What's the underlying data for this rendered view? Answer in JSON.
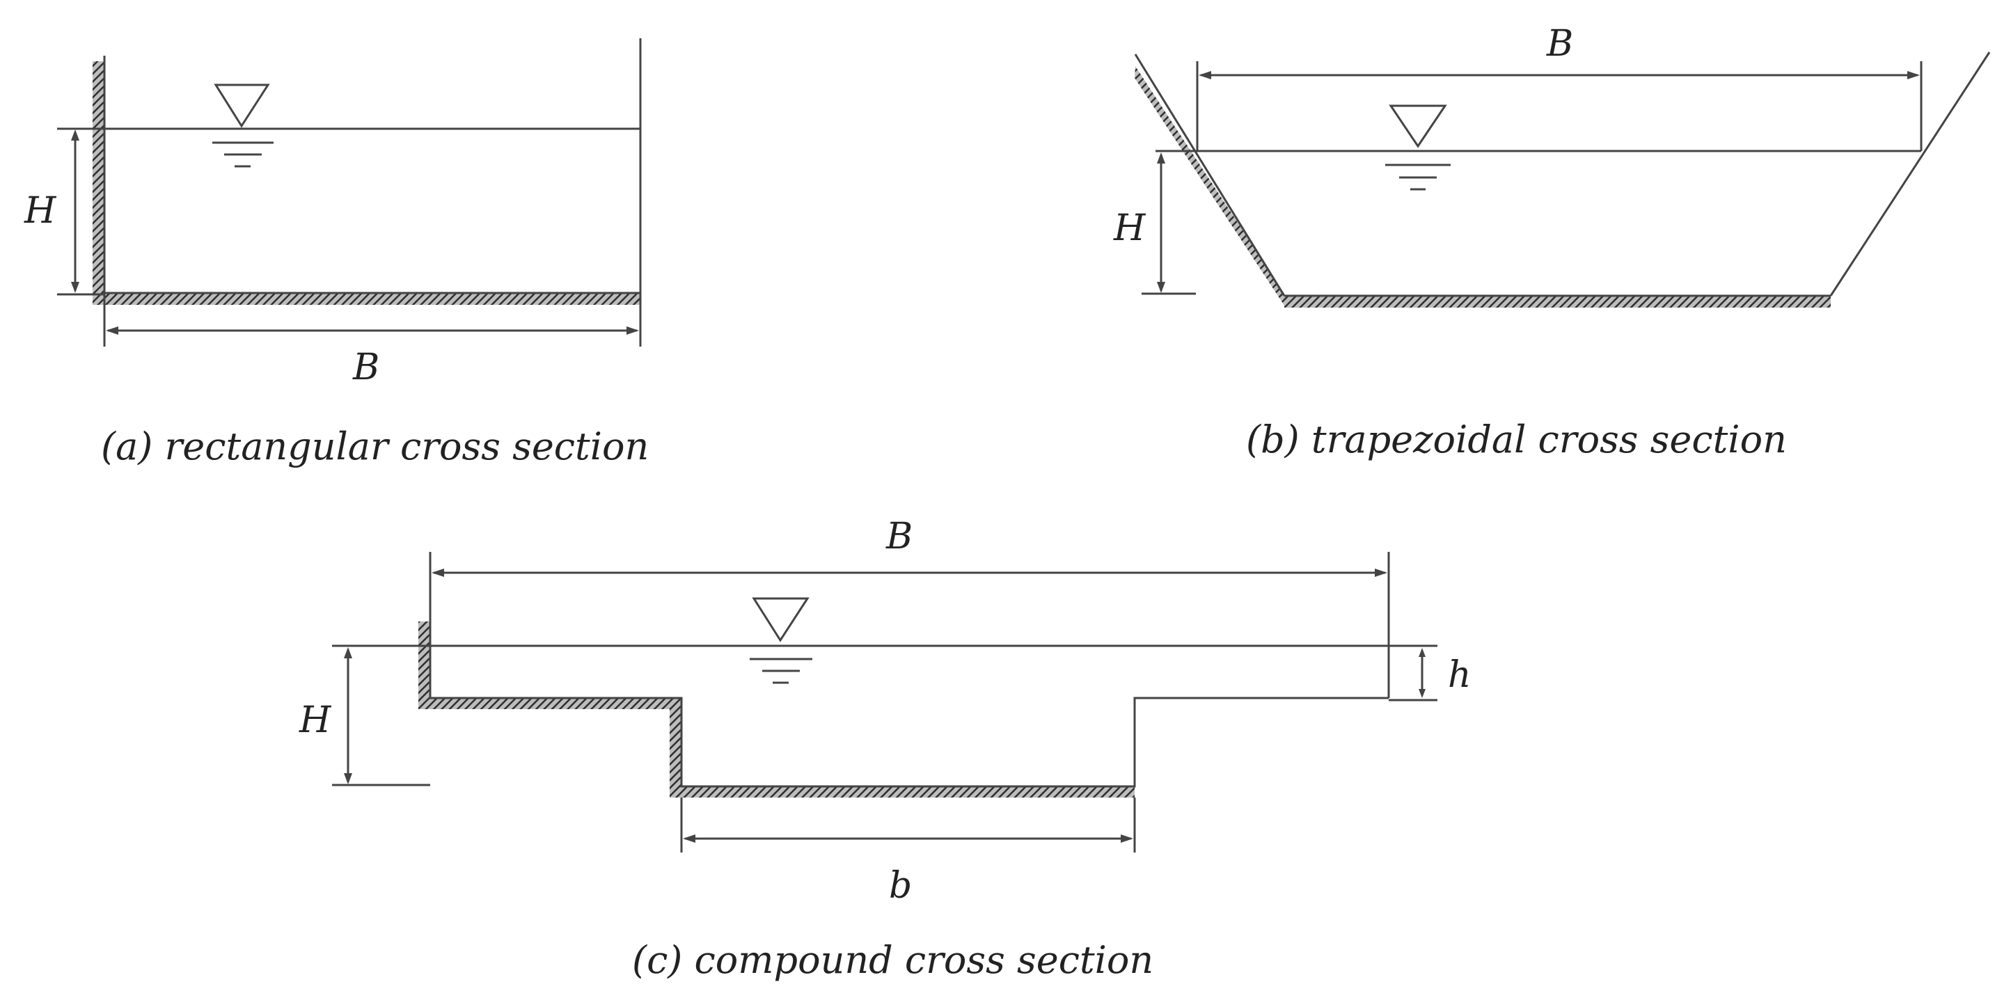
{
  "diagrams": [
    {
      "caption": "(a) rectangular cross section",
      "labels": {
        "H": "H",
        "B": "B"
      }
    },
    {
      "caption": "(b) trapezoidal cross section",
      "labels": {
        "H": "H",
        "B": "B"
      }
    },
    {
      "caption": "(c) compound cross section",
      "labels": {
        "H": "H",
        "B": "B",
        "h": "h",
        "b": "b"
      }
    }
  ],
  "colors": {
    "line": "#444444",
    "hatch": "#2e2e2e"
  }
}
